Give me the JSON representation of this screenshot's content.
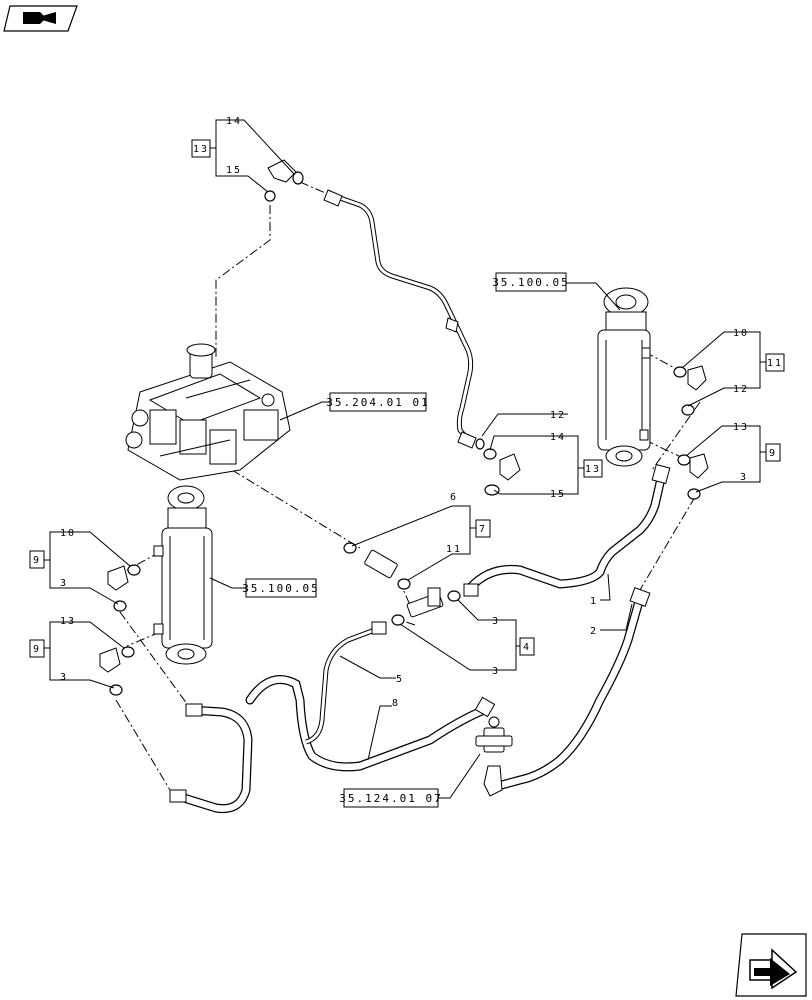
{
  "nav": {
    "prev_icon": "back-arrow-icon",
    "next_icon": "forward-arrow-icon"
  },
  "references": {
    "ref_35_100_05_top": "35.100.05",
    "ref_35_204_01_01": "35.204.01 01",
    "ref_35_100_05_mid": "35.100.05",
    "ref_35_124_01_07": "35.124.01 07"
  },
  "groups": {
    "g13_top": "13",
    "g11": "11",
    "g13_mid": "13",
    "g9_right": "9",
    "g7": "7",
    "g9_left_a": "9",
    "g9_left_b": "9",
    "g4": "4"
  },
  "callouts": {
    "c14_top": "14",
    "c15_top": "15",
    "c12_a": "12",
    "c14_b": "14",
    "c15_b": "15",
    "c10_right": "10",
    "c12_right": "12",
    "c13_right": "13",
    "c3_right": "3",
    "c6": "6",
    "c11_mid": "11",
    "c1": "1",
    "c2": "2",
    "c3_a": "3",
    "c3_b": "3",
    "c5": "5",
    "c8": "8",
    "c10_left": "10",
    "c3_left_a": "3",
    "c13_left": "13",
    "c3_left_b": "3"
  }
}
